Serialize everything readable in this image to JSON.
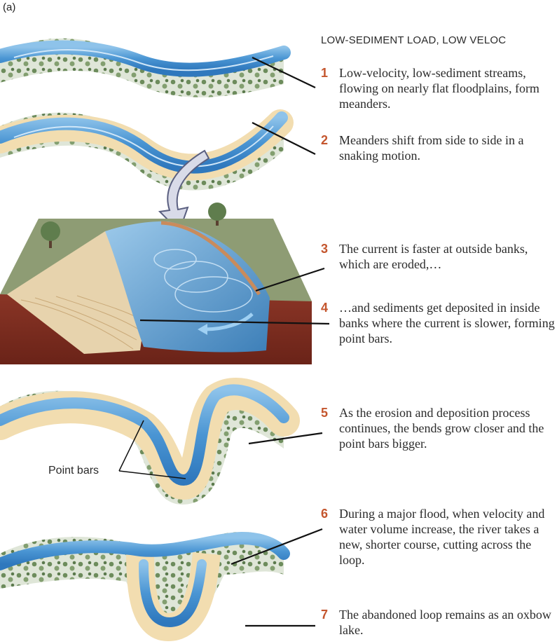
{
  "panel_label": "(a)",
  "heading": "LOW-SEDIMENT LOAD, LOW VELOC",
  "steps": [
    {
      "number": "1",
      "text": "Low-velocity, low-sediment streams, flowing on nearly flat floodplains, form meanders."
    },
    {
      "number": "2",
      "text": "Meanders shift from side to side in a snaking motion."
    },
    {
      "number": "3",
      "text": "The current is faster at outside banks, which are eroded,…"
    },
    {
      "number": "4",
      "text": "…and sediments get deposited in inside banks where the current is slower, forming point bars."
    },
    {
      "number": "5",
      "text": "As the erosion and deposition process continues, the bends grow closer and the point bars bigger."
    },
    {
      "number": "6",
      "text": "During a major flood, when velocity and water volume increase, the river takes a new, shorter course, cutting across the loop."
    },
    {
      "number": "7",
      "text": "The abandoned loop remains as an oxbow lake."
    }
  ],
  "point_bars_label": "Point bars",
  "colors": {
    "water": "#5aa0d8",
    "water_light": "#a9d2ef",
    "sand": "#f2ddb0",
    "vegetation": "#7d9b6a",
    "ground": "#8e9c74",
    "soil": "#7c2b1f",
    "accent": "#c4562e"
  }
}
